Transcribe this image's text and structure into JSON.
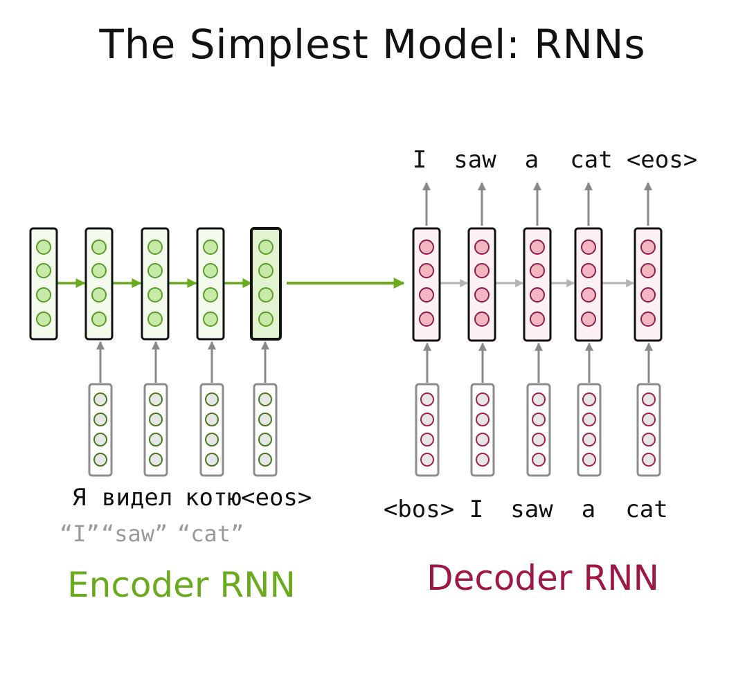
{
  "title": "The Simplest Model: RNNs",
  "encoder": {
    "label": "Encoder RNN",
    "input_tokens": [
      "Я",
      "видел",
      "котю",
      "<eos>"
    ],
    "glosses": [
      "“I”",
      "“saw”",
      "“cat”"
    ],
    "hidden_states": 5,
    "neurons_per_state": 4
  },
  "decoder": {
    "label": "Decoder RNN",
    "input_tokens": [
      "<bos>",
      "I",
      "saw",
      "a",
      "cat"
    ],
    "output_tokens": [
      "I",
      "saw",
      "a",
      "cat",
      "<eos>"
    ],
    "hidden_states": 5,
    "neurons_per_state": 4
  },
  "colors": {
    "encoder_accent": "#6aaa1e",
    "decoder_accent": "#9e1746",
    "encoder_neuron_fill": "#c7eaa8",
    "decoder_neuron_fill": "#f4b6c3",
    "embedding_neuron_fill": "#e6e6e6",
    "arrow_gray": "#888888",
    "recurrent_arrow_light": "#b3b3b3"
  }
}
